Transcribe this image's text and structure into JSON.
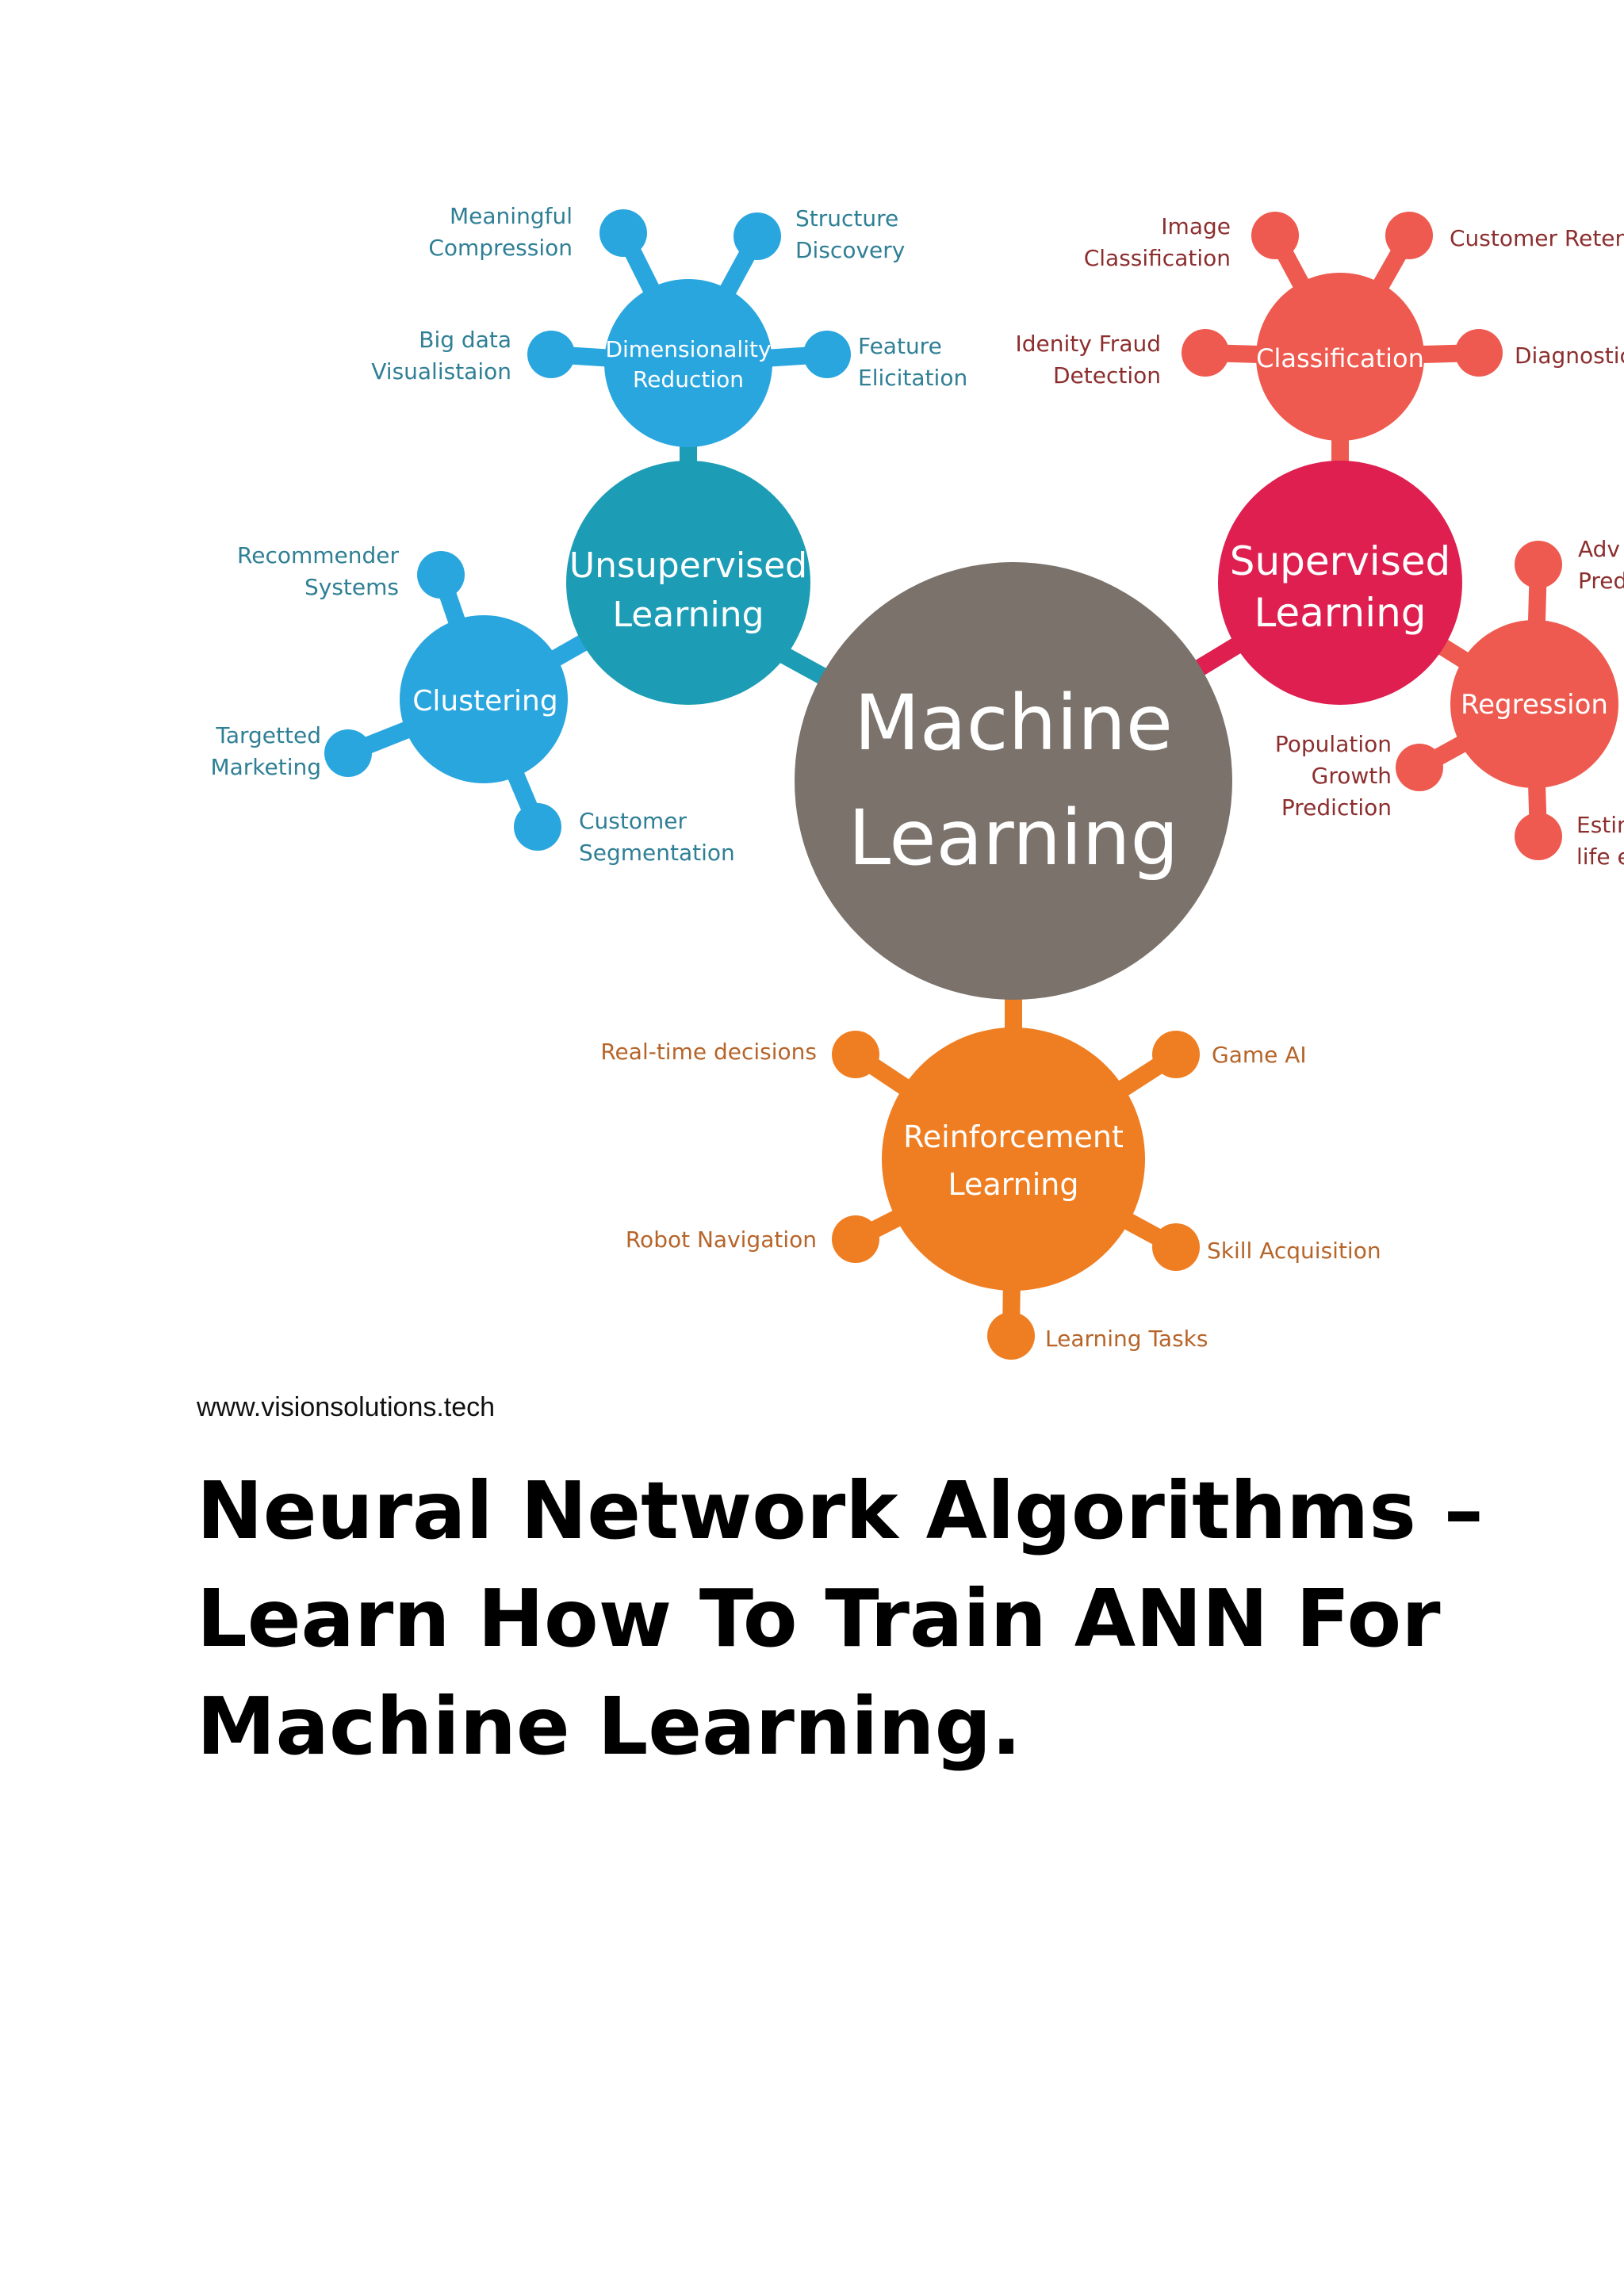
{
  "colors": {
    "center": "#7a726b",
    "unsupervised": "#1c9db5",
    "dimensionality": "#2aa6df",
    "clustering": "#2aa6df",
    "supervised": "#de1f4f",
    "classification": "#ee5a4f",
    "regression": "#ee5a4f",
    "reinforcement": "#ef7e22",
    "label_blue": "#2f7f95",
    "label_red": "#8c2e2e",
    "label_orange": "#b6652a"
  },
  "diagram": {
    "center": {
      "line1": "Machine",
      "line2": "Learning"
    },
    "unsupervised": {
      "line1": "Unsupervised",
      "line2": "Learning"
    },
    "dimensionality": {
      "line1": "Dimensionality",
      "line2": "Reduction"
    },
    "clustering": {
      "line1": "Clustering"
    },
    "supervised": {
      "line1": "Supervised",
      "line2": "Learning"
    },
    "classification": {
      "line1": "Classification"
    },
    "regression": {
      "line1": "Regression"
    },
    "reinforcement": {
      "line1": "Reinforcement",
      "line2": "Learning"
    },
    "leaves": {
      "meaningful_compression": {
        "line1": "Meaningful",
        "line2": "Compression"
      },
      "structure_discovery": {
        "line1": "Structure",
        "line2": "Discovery"
      },
      "big_data_visualisation": {
        "line1": "Big data",
        "line2": "Visualistaion"
      },
      "feature_elicitation": {
        "line1": "Feature",
        "line2": "Elicitation"
      },
      "recommender_systems": {
        "line1": "Recommender",
        "line2": "Systems"
      },
      "targetted_marketing": {
        "line1": "Targetted",
        "line2": "Marketing"
      },
      "customer_segmentation": {
        "line1": "Customer",
        "line2": "Segmentation"
      },
      "image_classification": {
        "line1": "Image",
        "line2": "Classification"
      },
      "customer_retention": {
        "line1": "Customer Reten"
      },
      "identity_fraud_detection": {
        "line1": "Idenity Fraud",
        "line2": "Detection"
      },
      "diagnostics": {
        "line1": "Diagnostic"
      },
      "advertising_popularity_prediction": {
        "line1": "Adv",
        "line2": "Pred"
      },
      "population_growth_prediction": {
        "line1": "Population",
        "line2": "Growth",
        "line3": "Prediction"
      },
      "estimating_life_expectancy": {
        "line1": "Estin",
        "line2": "life e"
      },
      "real_time_decisions": {
        "line1": "Real-time decisions"
      },
      "game_ai": {
        "line1": "Game AI"
      },
      "robot_navigation": {
        "line1": "Robot Navigation"
      },
      "skill_acquisition": {
        "line1": "Skill Acquisition"
      },
      "learning_tasks": {
        "line1": "Learning Tasks"
      }
    }
  },
  "source_url": "www.visionsolutions.tech",
  "title": {
    "line1": "Neural Network Algorithms –",
    "line2": "Learn How To Train ANN For",
    "line3": "Machine Learning."
  }
}
